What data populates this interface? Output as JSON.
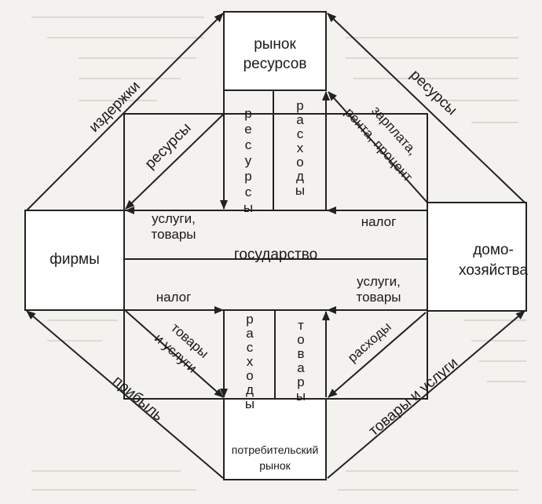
{
  "nodes": {
    "resource_market": [
      "рынок",
      "ресурсов"
    ],
    "firms": "фирмы",
    "state": "государство",
    "households": [
      "домо-",
      "хозяйства"
    ],
    "consumer_market": [
      "потребительский",
      "рынок"
    ]
  },
  "flows": {
    "costs": "издержки",
    "resources_outer": "ресурсы",
    "resources_inner": "ресурсы",
    "wages": [
      "зарплата,",
      "рента, процент"
    ],
    "profit": "прибыль",
    "goods_services_outer": "товары и услуги",
    "goods_services_inner": [
      "товары",
      "и услуги"
    ],
    "spending_right": "расходы",
    "services_goods_left": [
      "услуги,",
      "товары"
    ],
    "tax_left": "налог",
    "tax_right": "налог",
    "services_goods_right": [
      "услуги,",
      "товары"
    ],
    "resources_vertical": "ресурсы",
    "spending_top_vertical": "расходы",
    "spending_bottom_vertical": "расходы",
    "goods_bottom_vertical": "товары"
  }
}
